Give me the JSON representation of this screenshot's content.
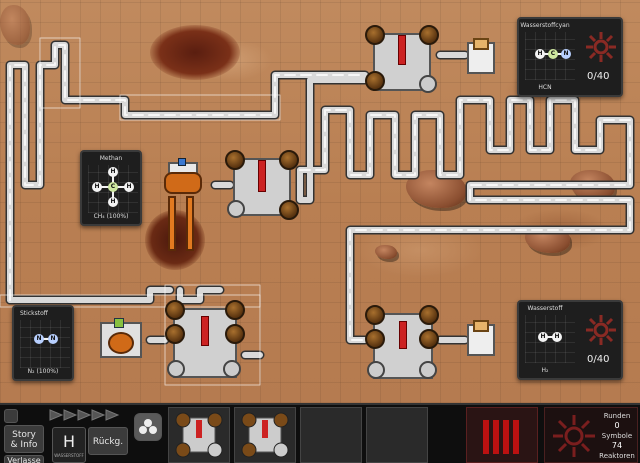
{
  "panels": {
    "methane": {
      "title": "Methan",
      "formula": "CH₄ (100%)",
      "atoms": [
        "H",
        "H",
        "C",
        "H",
        "H"
      ]
    },
    "nitrogen": {
      "title": "Stickstoff",
      "formula": "N₂ (100%)",
      "atoms": [
        "N",
        "N"
      ]
    },
    "hcn": {
      "title": "Wasserstoffcyan",
      "formula": "HCN",
      "atoms": [
        "H",
        "C",
        "N"
      ],
      "counter": "0/40"
    },
    "hydrogen": {
      "title": "Wasserstoff",
      "formula": "H₂",
      "atoms": [
        "H",
        "H"
      ],
      "counter": "0/40"
    }
  },
  "toolbar": {
    "story_label": "Story\n& Info",
    "leave_label": "Verlasse",
    "element_symbol": "H",
    "element_caption": "WASSERSTOFF",
    "back_label": "Rückg."
  },
  "stats": {
    "rounds_label": "Runden",
    "rounds_value": "0",
    "symbols_label": "Symbole",
    "symbols_value": "74",
    "reactors_label": "Reaktoren"
  },
  "colors": {
    "ground": "#b97f52",
    "pipe": "#d6d6d6",
    "panel_bg": "#1e1e1e",
    "accent_red": "#c22"
  }
}
